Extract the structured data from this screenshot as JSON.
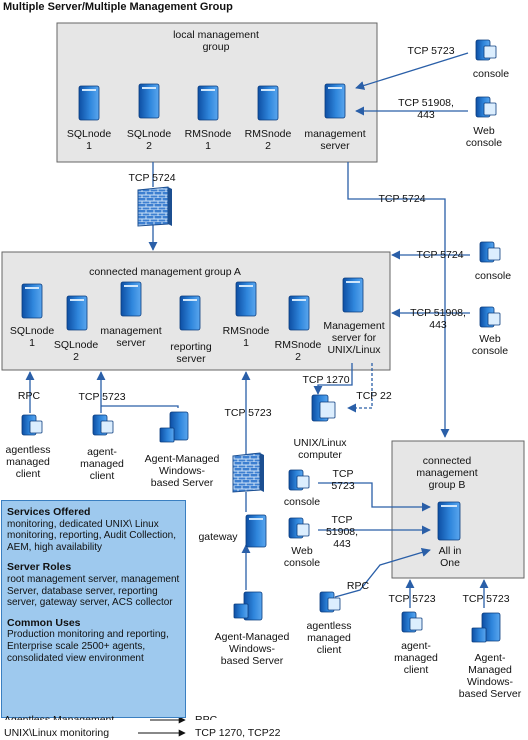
{
  "title": "Multiple Server/Multiple Management Group",
  "groups": {
    "local": "local management\ngroup",
    "connected_a": "connected management group A",
    "connected_b": "connected\nmanagement\ngroup B"
  },
  "servers": {
    "sqlnode1_top": "SQLnode\n1",
    "sqlnode2_top": "SQLnode\n2",
    "rmsnode1_top": "RMSnode\n1",
    "rmsnode2_top": "RMSnode\n2",
    "mgmt_server_top": "management\nserver",
    "sqlnode1_a": "SQLnode\n1",
    "sqlnode2_a": "SQLnode\n2",
    "mgmt_server_a": "management\nserver",
    "reporting_server": "reporting\nserver",
    "rmsnode1_a": "RMSnode\n1",
    "rmsnode2_a": "RMSnode\n2",
    "unix_mgmt_server": "Management\nserver for\nUNIX/Linux",
    "all_in_one": "All in\nOne"
  },
  "clients": {
    "console_top": "console",
    "web_console_top": "Web\nconsole",
    "console_a": "console",
    "web_console_a": "Web\nconsole",
    "agentless_a": "agentless\nmanaged\nclient",
    "agent_managed_a": "agent-\nmanaged\nclient",
    "agent_managed_windows_a": "Agent-Managed\nWindows-\nbased Server",
    "unix_computer": "UNIX/Linux\ncomputer",
    "gateway": "gateway",
    "agent_managed_windows_gw": "Agent-Managed\nWindows-\nbased Server",
    "console_b": "console",
    "web_console_b": "Web\nconsole",
    "agentless_b": "agentless\nmanaged\nclient",
    "agent_managed_b": "agent-\nmanaged\nclient",
    "agent_managed_windows_b": "Agent-\nManaged\nWindows-\nbased Server"
  },
  "ports": {
    "tcp5723_console_top": "TCP 5723",
    "tcp51908_top": "TCP 51908,\n443",
    "tcp5724_firewall": "TCP 5724",
    "tcp5724_right": "TCP 5724",
    "tcp5724_console_a": "TCP 5724",
    "tcp51908_a": "TCP 51908,\n443",
    "rpc_a": "RPC",
    "tcp5723_agent_a": "TCP 5723",
    "tcp5723_gateway": "TCP 5723",
    "tcp1270": "TCP 1270",
    "tcp22": "TCP 22",
    "tcp5723_console_b": "TCP\n5723",
    "tcp51908_b": "TCP\n51908,\n443",
    "rpc_b": "RPC",
    "tcp5723_agent_b": "TCP 5723",
    "tcp5723_windows_b": "TCP 5723"
  },
  "info": {
    "services_heading": "Services Offered",
    "services_text": "monitoring, dedicated UNIX\\ Linux monitoring, reporting, Audit Collection, AEM, high availability",
    "roles_heading": "Server Roles",
    "roles_text": "root management server, management Server, database server, reporting server, gateway server, ACS collector",
    "uses_heading": "Common Uses",
    "uses_text": "Production monitoring and reporting, Enterprise scale 2500+ agents, consolidated view environment"
  },
  "legend": {
    "row1_left": "Agentless Management",
    "row1_right": "RPC",
    "row2_left": "UNIX\\Linux monitoring",
    "row2_right": "TCP 1270, TCP22"
  },
  "colors": {
    "group_fill": "#e6e6e6",
    "arrow": "#2a5fa8",
    "server_blue": "#1d63b8",
    "info_fill": "#9ec9ee"
  }
}
